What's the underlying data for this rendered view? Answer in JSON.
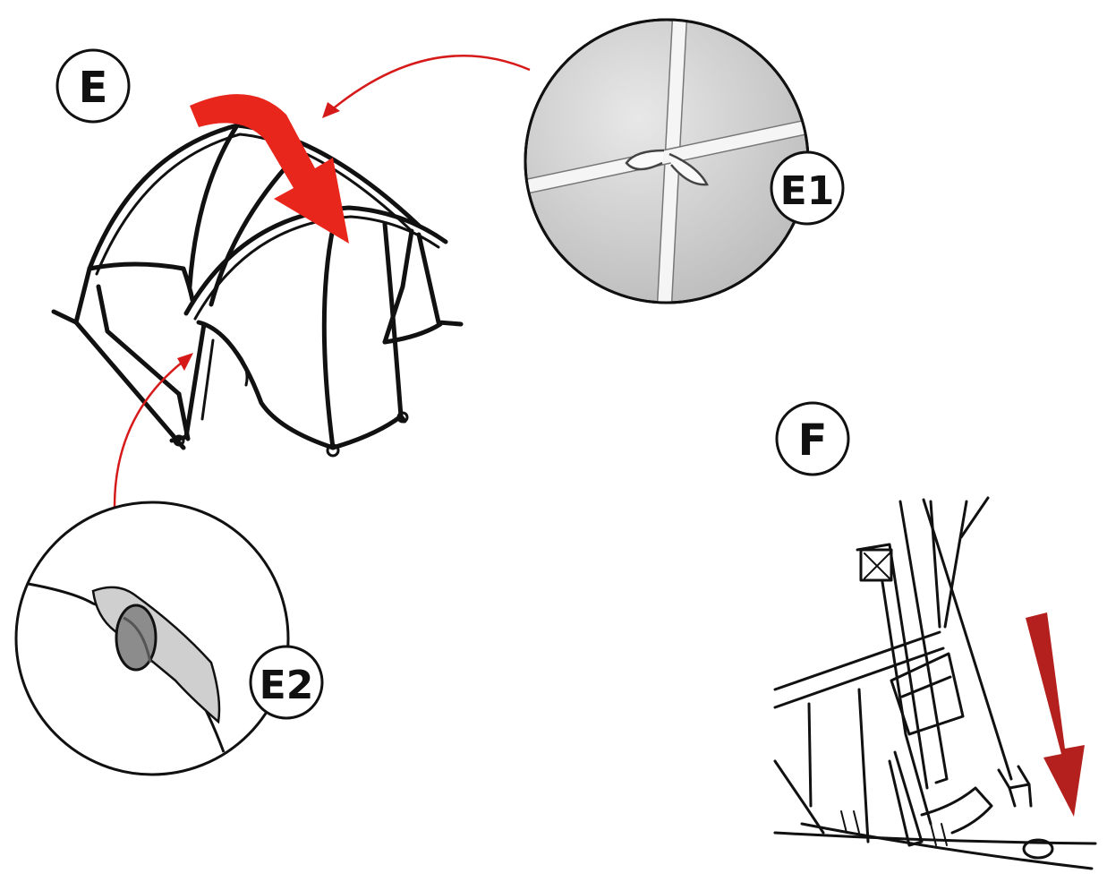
{
  "labels": {
    "step_e": "E",
    "detail_e1": "E1",
    "detail_e2": "E2",
    "step_f": "F"
  },
  "colors": {
    "line": "#111111",
    "arrow_bright": "#e8261c",
    "arrow_dark": "#b3201d",
    "leader": "#d61a1a",
    "detail_fill": "#c9c9c9",
    "detail_fill_light": "#e6e6e6"
  },
  "icons": {
    "tent": "tent-illustration",
    "press_arrow": "curved-down-arrow-icon",
    "push_arrow": "straight-down-arrow-icon"
  }
}
